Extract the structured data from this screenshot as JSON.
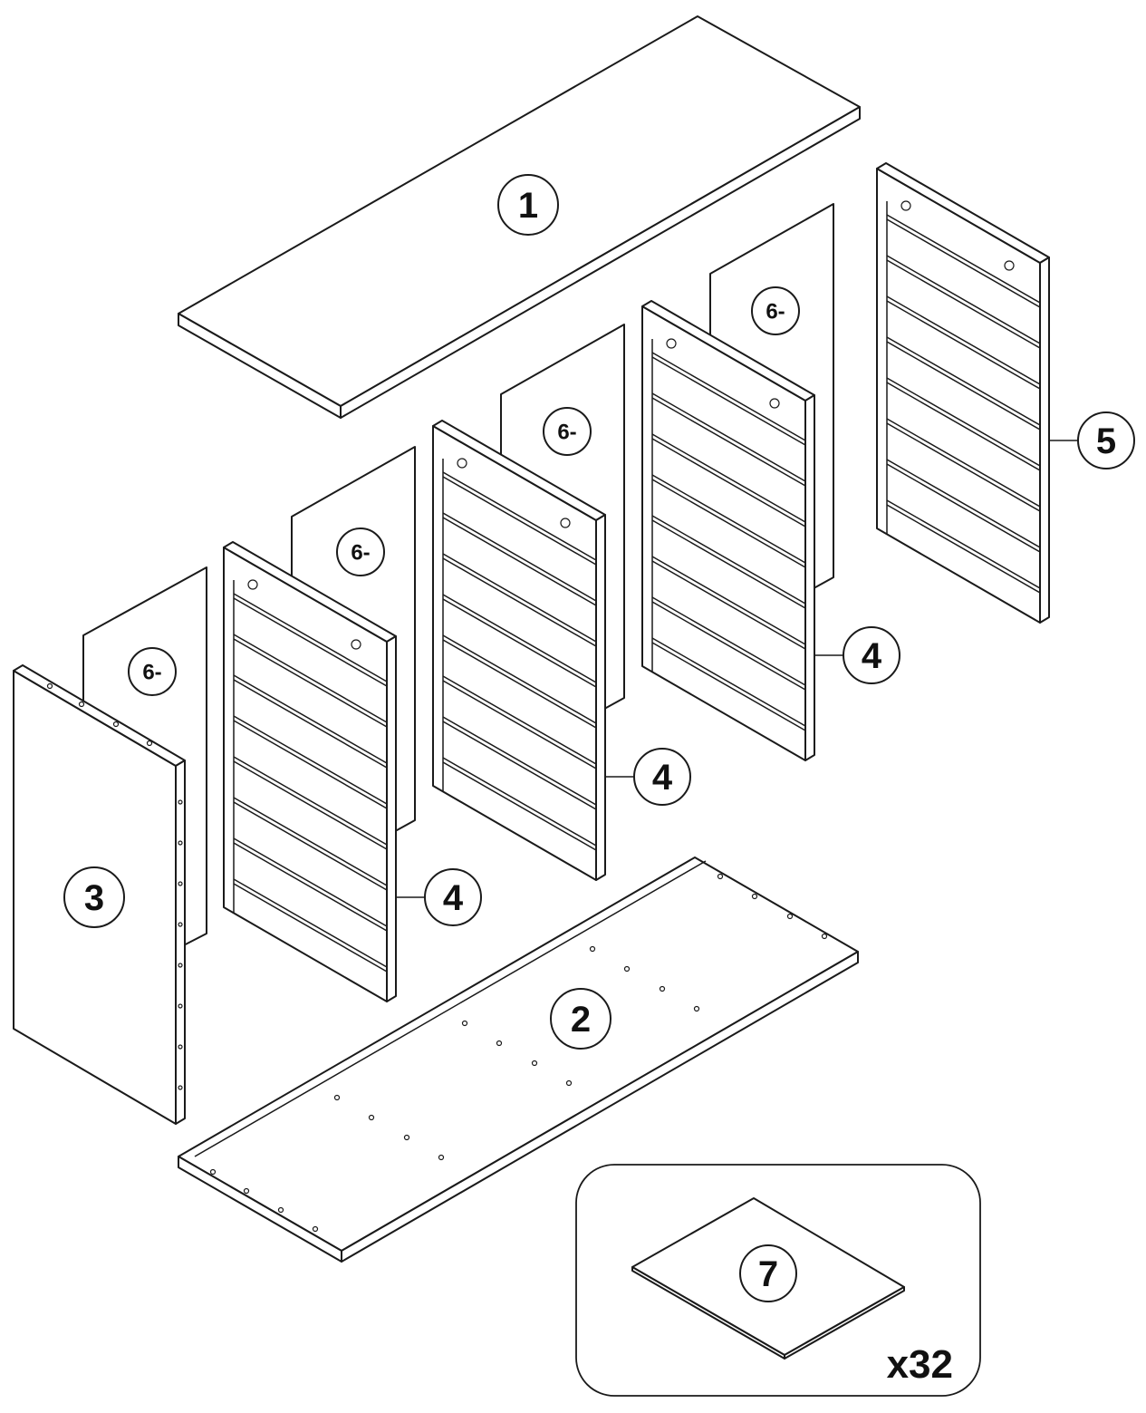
{
  "parts": {
    "top_panel": "1",
    "bottom_panel": "2",
    "side_panel": "3",
    "shelf_a": "4",
    "shelf_b": "4",
    "shelf_c": "4",
    "end_shelf": "5",
    "back_a": "6-",
    "back_b": "6-",
    "back_c": "6-",
    "back_d": "6-",
    "small_plate": "7"
  },
  "hardware_box": {
    "quantity": "x32"
  },
  "colors": {
    "line": "#1a1a1a",
    "fill": "#ffffff"
  }
}
